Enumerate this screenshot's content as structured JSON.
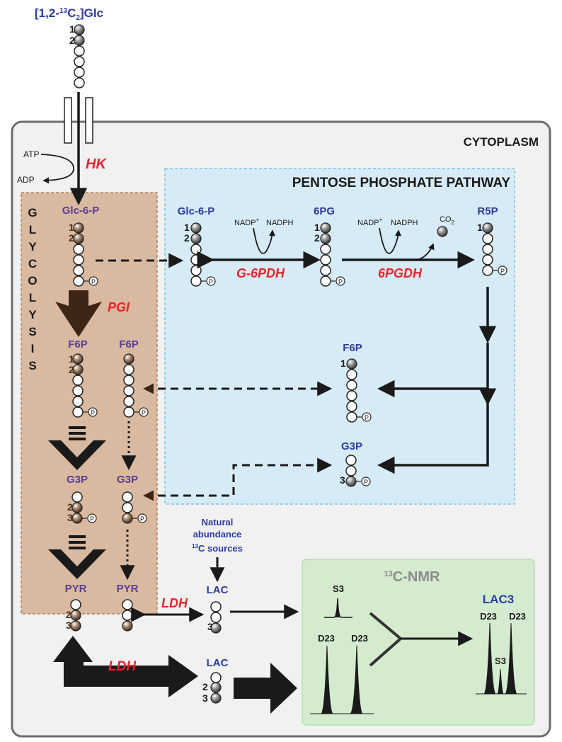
{
  "title": {
    "pre": "[1,2-",
    "sup": "13",
    "mid": "C",
    "sub": "2",
    "post": "]Glc"
  },
  "cytoplasm": "CYTOPLASM",
  "ppp_title": "PENTOSE PHOSPHATE PATHWAY",
  "glycolysis": [
    "G",
    "L",
    "Y",
    "C",
    "O",
    "L",
    "Y",
    "S",
    "I",
    "S"
  ],
  "cofactors": {
    "atp": "ATP",
    "adp": "ADP",
    "nadp": "NADP",
    "plus": "+",
    "nadph": "NADPH",
    "co": "CO",
    "co_sub": "2"
  },
  "enzymes": {
    "hk": "HK",
    "pgi": "PGI",
    "g6pdh": "G-6PDH",
    "pgdh": "6PGDH",
    "ldh": "LDH"
  },
  "metabolites": {
    "glc6p": "Glc-6-P",
    "pg6": "6PG",
    "r5p": "R5P",
    "f6p": "F6P",
    "g3p": "G3P",
    "pyr": "PYR",
    "lac": "LAC",
    "p": "P"
  },
  "numbers": {
    "one": "1",
    "two": "2",
    "three": "3"
  },
  "natural": {
    "l1": "Natural",
    "l2": "abundance",
    "sup": "13",
    "l3": "C sources"
  },
  "nmr": {
    "sup": "13",
    "title": "C-NMR",
    "s3": "S3",
    "d23": "D23",
    "lac3": "LAC3"
  },
  "colors": {
    "cytoplasm_bg": "#f1f1f1",
    "ppp_bg": "#d7ebf7",
    "glycolysis_bg": "#d9b9a0",
    "nmr_bg": "#d4ebcf",
    "enzyme": "#e6232a",
    "metabolite_blue": "#2b3aa3",
    "metabolite_purple": "#5a3d92",
    "brown_arrow": "#3d2617"
  }
}
